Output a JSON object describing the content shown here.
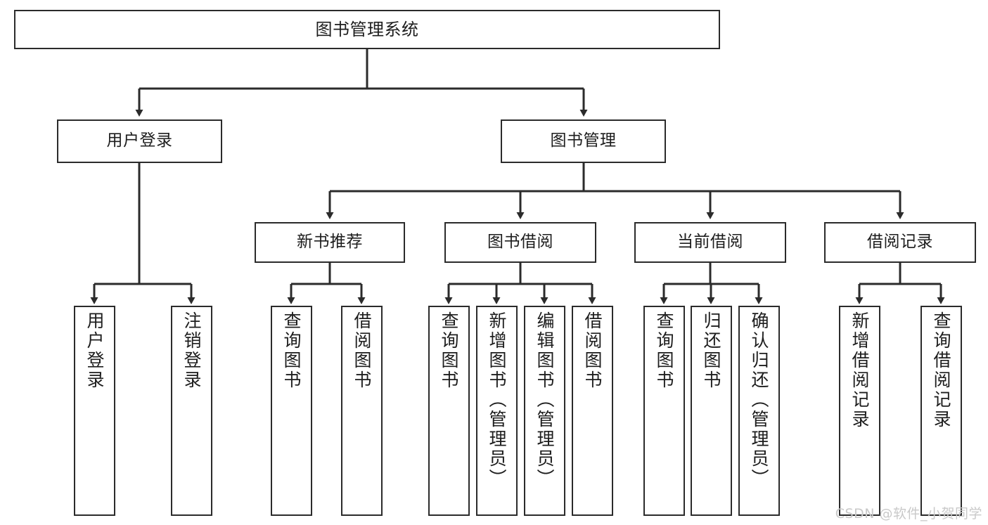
{
  "diagram": {
    "title": "图书管理系统",
    "watermark": "CSDN @软件_小贺同学",
    "colors": {
      "box_border": "#2b2b2b",
      "box_fill": "#ffffff",
      "edge": "#2b2b2b",
      "text": "#1d1d1d",
      "watermark": "#c9c9c9",
      "background": "#ffffff"
    },
    "root": {
      "id": "root",
      "label": "图书管理系统"
    },
    "level2": [
      {
        "id": "user-login",
        "label": "用户登录"
      },
      {
        "id": "book-manage",
        "label": "图书管理"
      }
    ],
    "level3": [
      {
        "id": "new-book-rec",
        "label": "新书推荐"
      },
      {
        "id": "book-borrow",
        "label": "图书借阅"
      },
      {
        "id": "current-borrow",
        "label": "当前借阅"
      },
      {
        "id": "borrow-record",
        "label": "借阅记录"
      }
    ],
    "leaves": {
      "user_login": [
        {
          "id": "leaf-user-login",
          "label": "用户登录"
        },
        {
          "id": "leaf-logout",
          "label": "注销登录"
        }
      ],
      "new_book_rec": [
        {
          "id": "leaf-query-book-1",
          "label": "查询图书"
        },
        {
          "id": "leaf-borrow-book-1",
          "label": "借阅图书"
        }
      ],
      "book_borrow": [
        {
          "id": "leaf-query-book-2",
          "label": "查询图书"
        },
        {
          "id": "leaf-add-book",
          "label": "新增图书（管理员）"
        },
        {
          "id": "leaf-edit-book",
          "label": "编辑图书（管理员）"
        },
        {
          "id": "leaf-borrow-book-2",
          "label": "借阅图书"
        }
      ],
      "current_borrow": [
        {
          "id": "leaf-query-book-3",
          "label": "查询图书"
        },
        {
          "id": "leaf-return-book",
          "label": "归还图书"
        },
        {
          "id": "leaf-confirm-return",
          "label": "确认归还（管理员）"
        }
      ],
      "borrow_record": [
        {
          "id": "leaf-add-record",
          "label": "新增借阅记录"
        },
        {
          "id": "leaf-query-record",
          "label": "查询借阅记录"
        }
      ]
    }
  }
}
